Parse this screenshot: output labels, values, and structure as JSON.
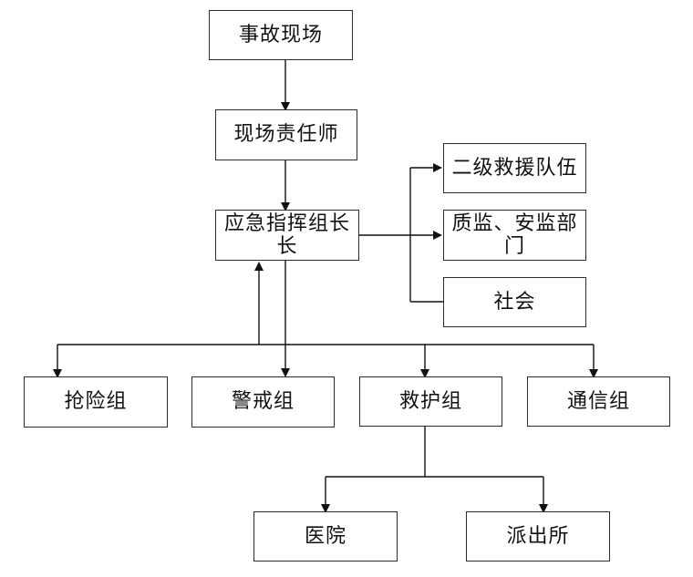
{
  "diagram": {
    "nodes": {
      "scene": "事故现场",
      "site_responsible": "现场责任师",
      "emergency_commander": "应急指挥组长长",
      "rescue_team_level2": "二级救援队伍",
      "quality_safety_dept": "质监、安监部门",
      "society": "社会",
      "rescue_group": "抢险组",
      "security_group": "警戒组",
      "medical_rescue_group": "救护组",
      "communication_group": "通信组",
      "hospital": "医院",
      "police_station": "派出所"
    }
  }
}
